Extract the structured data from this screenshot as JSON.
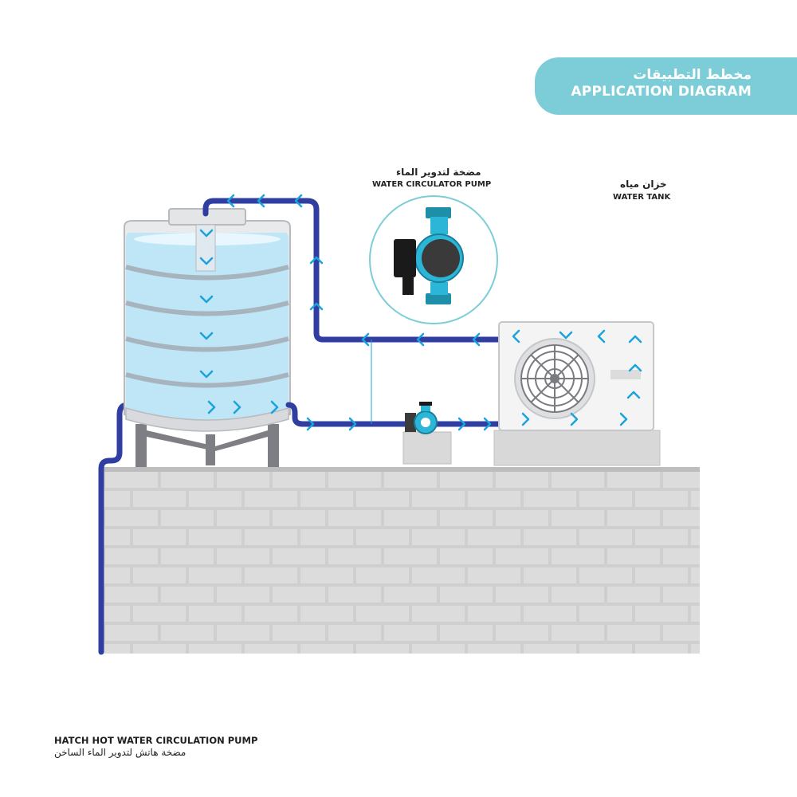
{
  "banner": {
    "title_ar": "مخطط التطبيقات",
    "title_en": "APPLICATION DIAGRAM",
    "color": "#7ccdd8"
  },
  "labels": {
    "pump_ar": "مضخة لتدوير الماء",
    "pump_en": "WATER CIRCULATOR PUMP",
    "tank_ar": "خزان مياه",
    "tank_en": "WATER TANK"
  },
  "footer": {
    "title_en": "HATCH HOT WATER CIRCULATION PUMP",
    "title_ar": "مضخة هاتش لتدوير الماء الساخن"
  },
  "colors": {
    "pipe": "#2f3ea0",
    "arrow": "#1aa3dc",
    "water": "#bfe6f7",
    "wall": "#d4d4d4",
    "pump_body": "#2bb5d6"
  },
  "icons": {
    "flow_arrow": "chevron-icon",
    "fan": "fan-icon"
  }
}
